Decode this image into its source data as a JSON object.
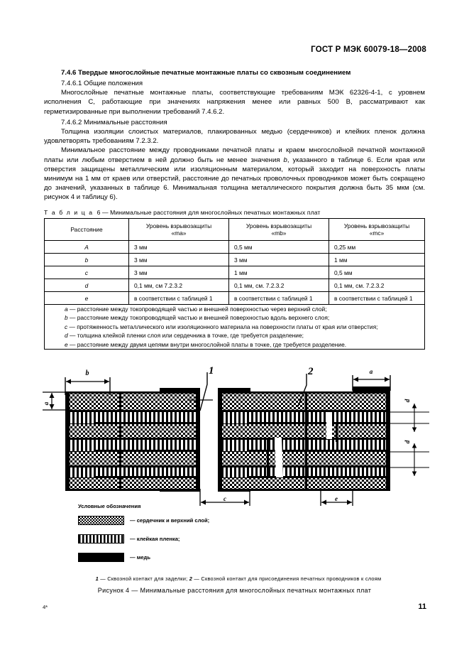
{
  "header": {
    "standard_id": "ГОСТ Р МЭК 60079-18—2008"
  },
  "body": {
    "heading": "7.4.6 Твердые многослойные печатные монтажные платы со сквозным соединением",
    "subheading_1": "7.4.6.1 Общие положения",
    "paragraph_1": "Многослойные печатные монтажные платы, соответствующие требованиям МЭК 62326-4-1, с уровнем исполнения С, работающие при значениях напряжения менее или равных 500 В,  рассматривают как герметизированные при выполнении требований 7.4.6.2.",
    "subheading_2": "7.4.6.2 Минимальные расстояния",
    "paragraph_2": "Толщина изоляции слоистых материалов, плакированных медью (сердечников) и клейких пленок должна удовлетворять требованиям 7.2.3.2.",
    "paragraph_3_a": "Минимальное расстояние между проводниками печатной платы и краем многослойной печатной монтажной платы или любым отверстием в ней должно быть не менее значения ",
    "paragraph_3_italic": "b",
    "paragraph_3_b": ", указанного в  таблице 6. Если края или отверстия защищены металлическим или изоляционным материалом, который заходит на поверхность платы минимум на 1 мм от краев или отверстий, расстояние до печатных проволочных проводников может быть сокращено до значений, указанных в таблице 6. Минимальная толщина металлического покрытия должна быть 35 мкм (см.  рисунок 4 и таблицу 6)."
  },
  "table": {
    "caption_label": "Т а б л и ц а",
    "caption_number": "6",
    "caption_text": "— Минимальные расстояния для многослойных печатных монтажных плат",
    "headers": [
      "Расстояние",
      "Уровень взрывозащиты «ma»",
      "Уровень взрывозащиты «mb»",
      "Уровень взрывозащиты «mc»"
    ],
    "header_lines": [
      [
        "Расстояние",
        ""
      ],
      [
        "Уровень взрывозащиты",
        "«ma»"
      ],
      [
        "Уровень взрывозащиты",
        "«mb»"
      ],
      [
        "Уровень взрывозащиты",
        "«mc»"
      ]
    ],
    "rows": [
      {
        "label": "A",
        "ma": "3 мм",
        "mb": "0,5 мм",
        "mc": "0,25 мм"
      },
      {
        "label": "b",
        "ma": "3 мм",
        "mb": "3 мм",
        "mc": "1 мм"
      },
      {
        "label": "c",
        "ma": "3 мм",
        "mb": "1 мм",
        "mc": "0,5 мм"
      },
      {
        "label": "d",
        "ma": "0,1 мм, см 7.2.3.2",
        "mb": "0,1 мм, см. 7.2.3.2",
        "mc": "0,1 мм, см. 7.2.3.2"
      },
      {
        "label": "e",
        "ma": "в соответствии с таблицей 1",
        "mb": "в соответствии с таблицей 1",
        "mc": "в соответствии с таблицей 1"
      }
    ],
    "notes": [
      {
        "key": "a",
        "text": " — расстояние между токопроводящей частью и внешней поверхностью через верхний слой;"
      },
      {
        "key": "b",
        "text": " — расстояние между токопроводящей частью и внешней поверхностью вдоль верхнего слоя;"
      },
      {
        "key": "c",
        "text": " — протяженность металлического  или  изоляционного материала на поверхности платы от края  или отверстия;"
      },
      {
        "key": "d",
        "text": " — толщина клейкой пленки слоя или сердечника в точке, где требуется разделение;"
      },
      {
        "key": "e",
        "text": " — расстояние между двумя цепями внутри многослойной платы в точке, где требуется разделение."
      }
    ]
  },
  "figure": {
    "dimension_labels": {
      "top_left": "b",
      "top_right": "a",
      "left": "a",
      "right_upper": "d",
      "right_lower": "d",
      "bottom_left": "c",
      "bottom_right": "e"
    },
    "callouts": [
      "1",
      "2"
    ],
    "legend_title": "Условные обозначения",
    "legend_items": [
      {
        "swatch": "core-hatch",
        "label": "— сердечник и верхний слой;"
      },
      {
        "swatch": "film-hatch",
        "label": "— клейкая пленка;"
      },
      {
        "swatch": "copper-solid",
        "label": "— медь"
      }
    ],
    "key_part_1_num": "1",
    "key_part_1": " — Сквозной контакт для заделки; ",
    "key_part_2_num": "2",
    "key_part_2": " — Сквозной контакт для присоединения печатных проводников к слоям",
    "caption": "Рисунок 4 — Минимальные расстояния для многослойных печатных монтажных плат"
  },
  "footer": {
    "left_mark": "4*",
    "page_number": "11"
  },
  "colors": {
    "ink": "#000000",
    "paper": "#ffffff"
  }
}
